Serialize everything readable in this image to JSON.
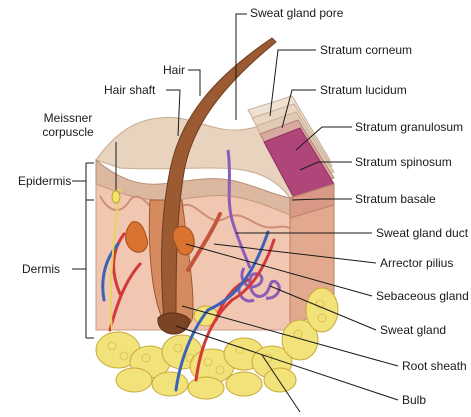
{
  "labels": {
    "sweat_gland_pore": "Sweat gland pore",
    "hair": "Hair",
    "hair_shaft": "Hair shaft",
    "meissner_corpuscle": "Meissner corpuscle",
    "epidermis": "Epidermis",
    "dermis": "Dermis",
    "stratum_corneum": "Stratum corneum",
    "stratum_lucidum": "Stratum lucidum",
    "stratum_granulosum": "Stratum granulosum",
    "stratum_spinosum": "Stratum spinosum",
    "stratum_basale": "Stratum basale",
    "sweat_gland_duct": "Sweat gland duct",
    "arrector_pilius": "Arrector pilius",
    "sebaceous_gland": "Sebaceous gland",
    "sweat_gland": "Sweat gland",
    "root_sheath": "Root sheath",
    "bulb": "Bulb"
  },
  "colors": {
    "epidermis_top": "#e8d3bf",
    "epidermis_side": "#d9a38f",
    "dermis": "#f2c7b2",
    "dermis_side": "#e3a98e",
    "hair": "#9b5a32",
    "artery": "#d23a3a",
    "vein": "#3b63b5",
    "nerve": "#e6d35a",
    "sweat_gland": "#8b5db8",
    "fat": "#f2e27a",
    "spinosum": "#b0457a"
  }
}
